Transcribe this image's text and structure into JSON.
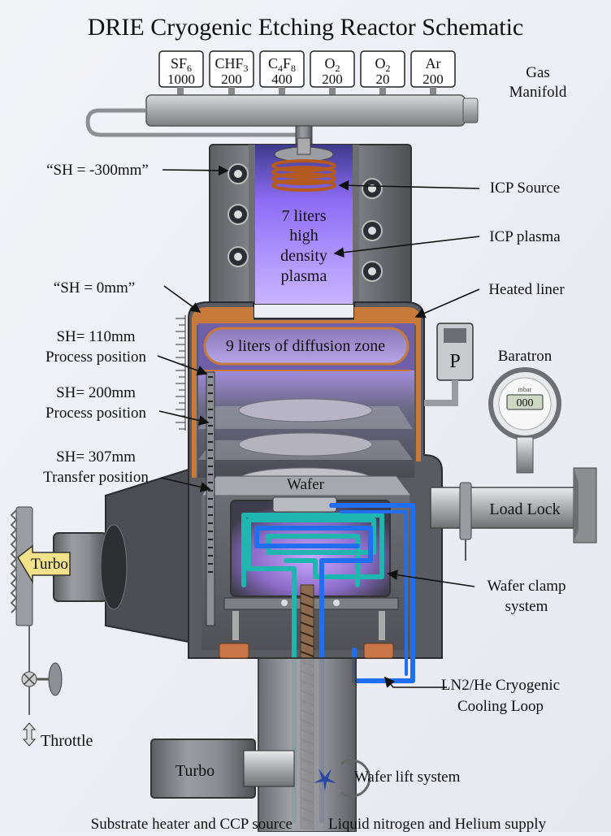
{
  "title": "DRIE Cryogenic Etching Reactor Schematic",
  "gases": [
    {
      "name": "SF",
      "sub": "6",
      "flow": "1000"
    },
    {
      "name": "CHF",
      "sub": "3",
      "flow": "200"
    },
    {
      "name": "C",
      "sub": "4",
      "name2": "F",
      "sub2": "8",
      "flow": "400"
    },
    {
      "name": "O",
      "sub": "2",
      "flow": "200"
    },
    {
      "name": "O",
      "sub": "2",
      "flow": "20"
    },
    {
      "name": "Ar",
      "sub": "",
      "flow": "200"
    }
  ],
  "labels": {
    "manifold_1": "Gas",
    "manifold_2": "Manifold",
    "sh_minus300": "“SH = -300mm”",
    "sh_zero": "“SH = 0mm”",
    "sh110_1": "SH= 110mm",
    "sh110_2": "Process position",
    "sh200_1": "SH= 200mm",
    "sh200_2": "Process position",
    "sh307_1": "SH= 307mm",
    "sh307_2": "Transfer position",
    "icp_source": "ICP Source",
    "icp_plasma": "ICP plasma",
    "heated_liner": "Heated liner",
    "baratron": "Baratron",
    "load_lock": "Load Lock",
    "wafer_clamp_1": "Wafer clamp",
    "wafer_clamp_2": "system",
    "cooling_1": "LN2/He Cryogenic",
    "cooling_2": "Cooling Loop",
    "wafer_lift": "Wafer lift system",
    "turbo_side": "Turbo",
    "turbo_bottom": "Turbo",
    "throttle": "Throttle",
    "substrate": "Substrate heater and CCP source",
    "ln_supply": "Liquid nitrogen and Helium supply",
    "plasma_1": "7 liters",
    "plasma_2": "high",
    "plasma_3": "density",
    "plasma_4": "plasma",
    "diffusion": "9 liters of diffusion zone",
    "wafer": "Wafer",
    "pressure_p": "P",
    "gauge_reading": "000",
    "gauge_unit": "mbar"
  }
}
